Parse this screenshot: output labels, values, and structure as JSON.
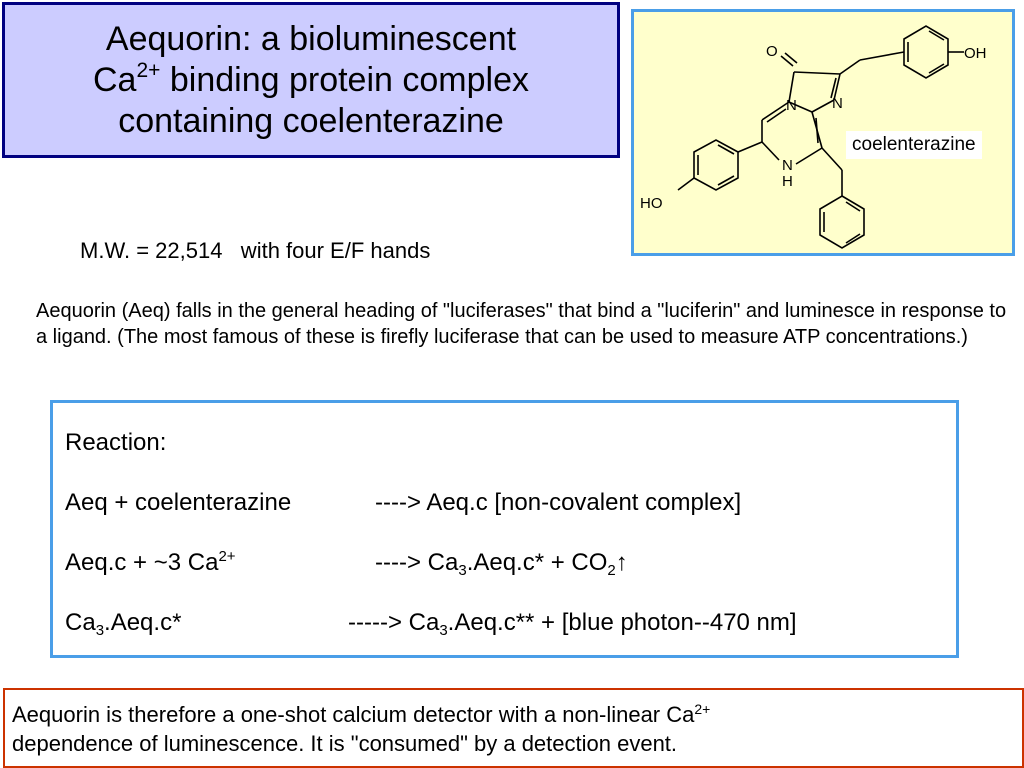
{
  "title": {
    "line1": "Aequorin: a bioluminescent",
    "line2_pre": "Ca",
    "line2_sup": "2+",
    "line2_post": " binding protein complex",
    "line3": "containing coelenterazine"
  },
  "structure": {
    "label": "coelenterazine",
    "atoms": {
      "o": "O",
      "n_top": "N",
      "n_right": "N",
      "nh_n": "N",
      "nh_h": "H",
      "oh_right": "OH",
      "ho_left": "HO"
    }
  },
  "mw_line": "M.W. = 22,514   with four E/F hands",
  "paragraph": "Aequorin (Aeq) falls in the general heading of \"luciferases\" that bind a \"luciferin\" and luminesce in response to a ligand.  (The most famous of these is firefly luciferase that can be used to measure ATP concentrations.)",
  "reaction": {
    "heading": "Reaction:",
    "r1_left": "Aeq + coelenterazine",
    "r1_right": "---->  Aeq.c  [non-covalent complex]",
    "r2_left_pre": "Aeq.c + ~3 Ca",
    "r2_left_sup": "2+",
    "r2_right_pre": "---->  Ca",
    "r2_right_sub": "3",
    "r2_right_mid": ".Aeq.c* + CO",
    "r2_right_sub2": "2",
    "r2_arrow": "↑",
    "r3_left_pre": "Ca",
    "r3_left_sub": "3",
    "r3_left_post": ".Aeq.c*",
    "r3_right_pre": "----->  Ca",
    "r3_right_sub": "3",
    "r3_right_post": ".Aeq.c** + [blue photon--470 nm]"
  },
  "conclusion": {
    "line1_pre": "Aequorin is therefore a one-shot calcium detector with a non-linear Ca",
    "line1_sup": "2+",
    "line2": "dependence of luminescence.  It is \"consumed\" by a detection event."
  },
  "colors": {
    "title_bg": "#ccccff",
    "title_border": "#000080",
    "structure_bg": "#ffffcc",
    "box_border": "#4a9ee8",
    "conclusion_border": "#cc3300"
  }
}
